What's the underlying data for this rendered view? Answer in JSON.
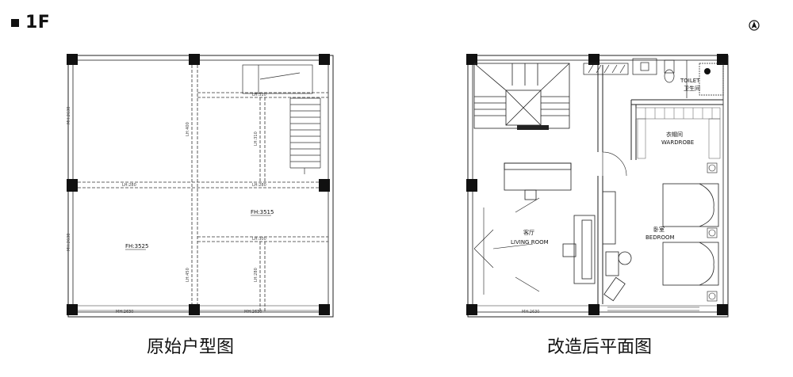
{
  "header": {
    "floor_label": "1F"
  },
  "captions": {
    "original": "原始户型图",
    "renovated": "改造后平面图"
  },
  "original_plan": {
    "fh_labels": [
      "FH:3525",
      "FH:3515"
    ],
    "dim_labels": [
      "MH:2630",
      "MH:2630",
      "MH:2630",
      "MH:2630"
    ],
    "beam_labels": [
      "LH:310",
      "LH:400",
      "LH:280",
      "LH:280",
      "LH:310",
      "LH:300",
      "LH:450",
      "LH:280"
    ]
  },
  "renovated_plan": {
    "rooms": {
      "toilet_en": "TOILET",
      "toilet_cn": "卫生间",
      "wardrobe_cn": "衣帽间",
      "wardrobe_en": "WARDROBE",
      "living_cn": "客厅",
      "living_en": "LIVING  ROOM",
      "bedroom_cn": "卧室",
      "bedroom_en": "BEDROOM"
    },
    "dim_label": "MH:2630"
  },
  "icons": {
    "north": "north-arrow-icon",
    "bullet": "square-bullet-icon"
  }
}
